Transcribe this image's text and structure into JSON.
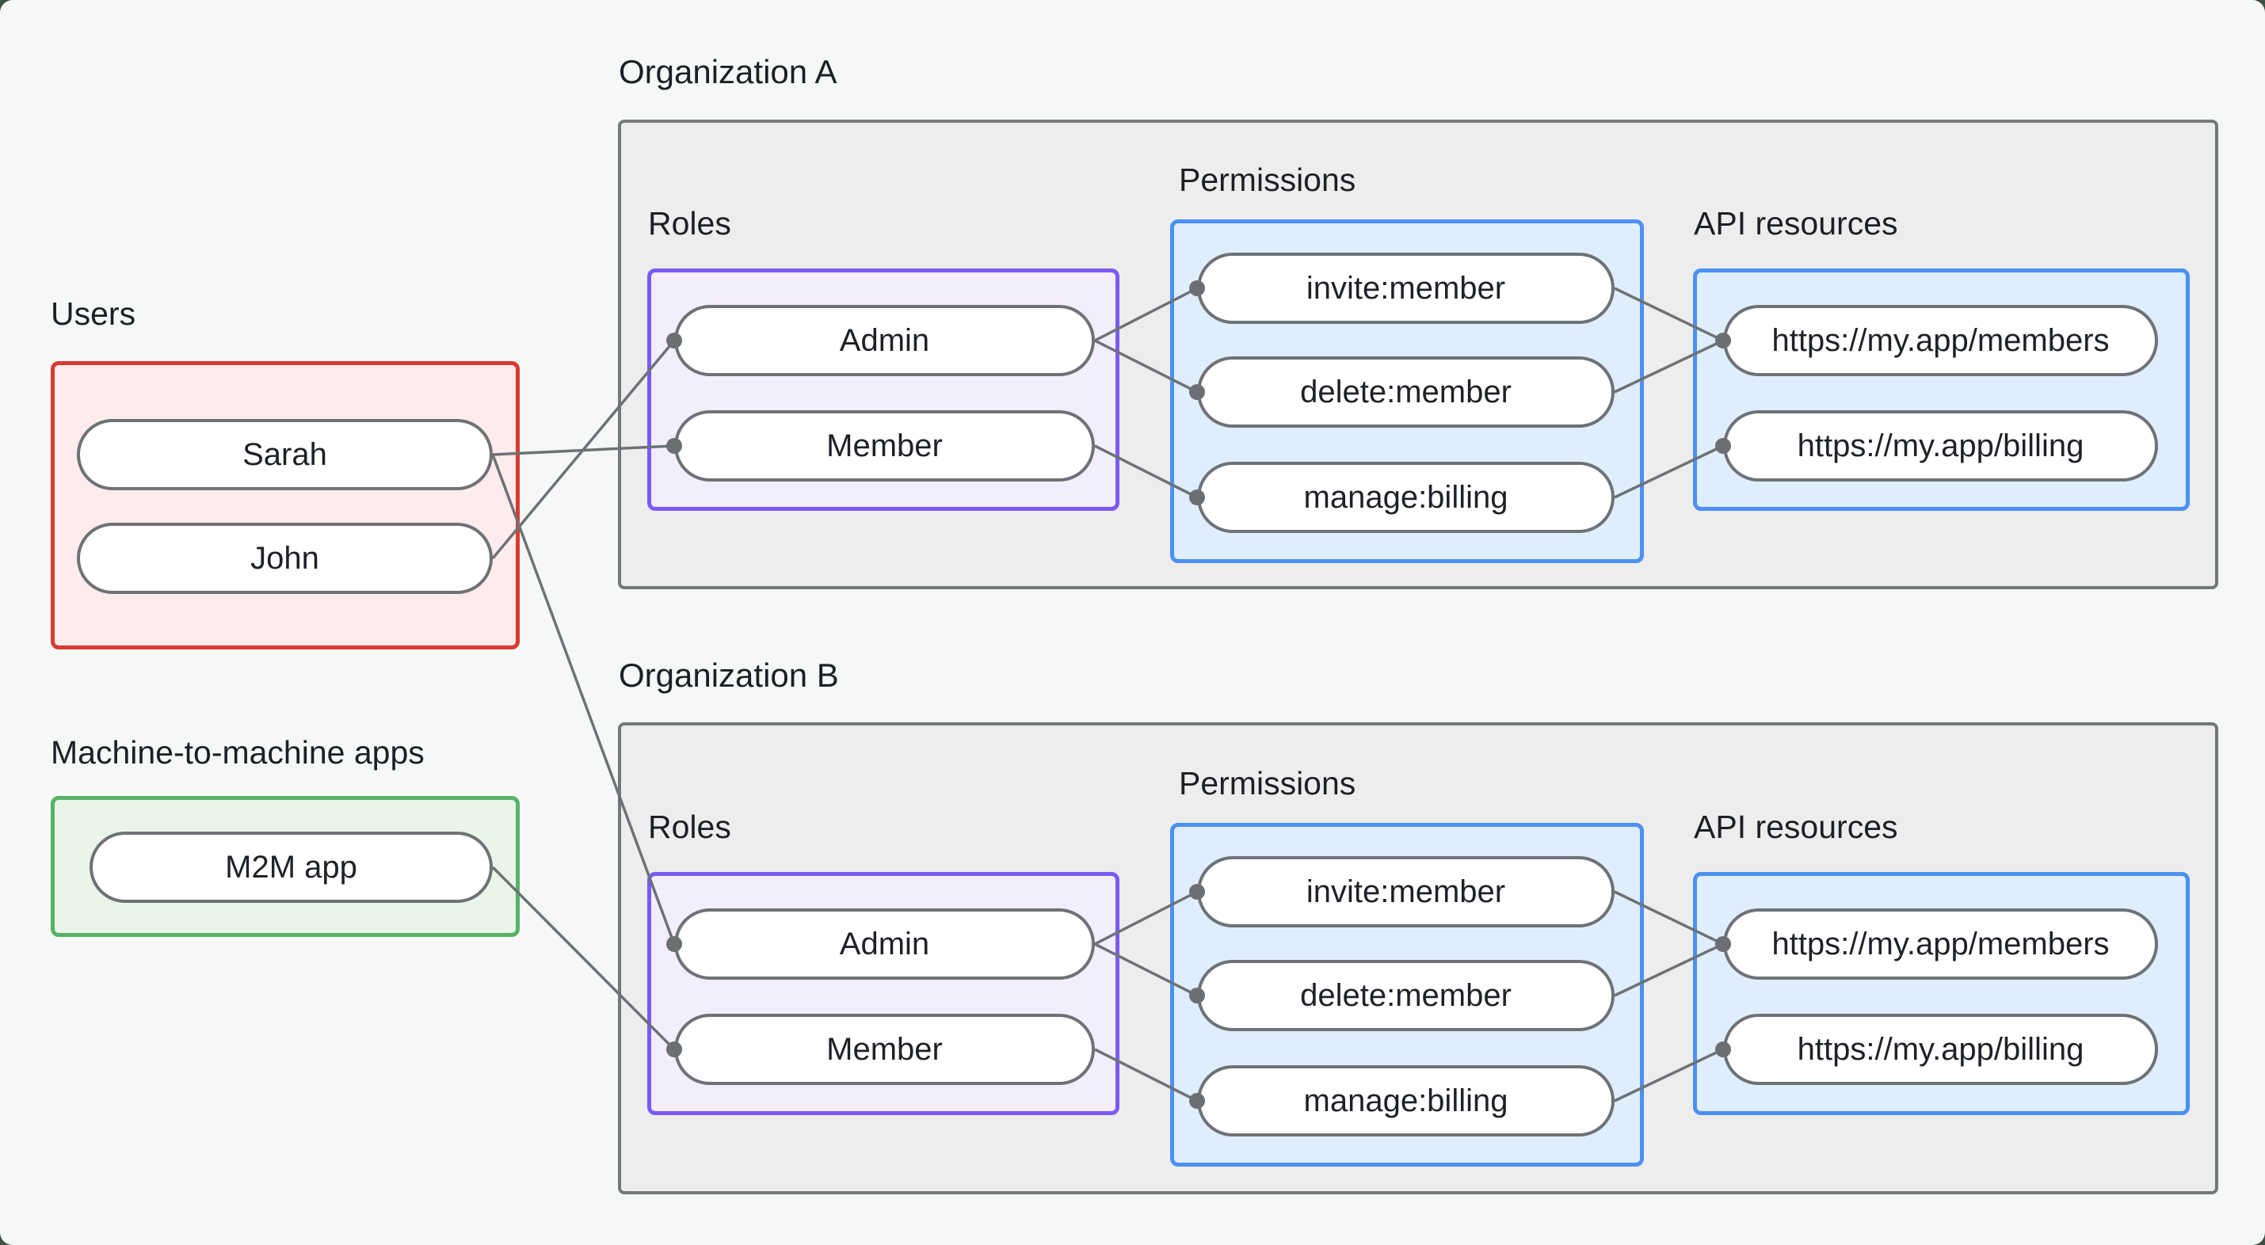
{
  "page": {
    "background": "#f5f8f6",
    "outer_corner_color": "#3d5044"
  },
  "colors": {
    "users_border": "#d93a31",
    "users_fill": "#fdeceb",
    "m2m_border": "#58b266",
    "m2m_fill": "#e9f5e9",
    "roles_border": "#7a5af5",
    "roles_fill": "#f3eefd",
    "permissions_border": "#4b90f2",
    "permissions_fill": "#dfeefc",
    "org_border": "#74787a",
    "org_fill": "#ededed",
    "node_border": "#6e7276",
    "node_fill": "#ffffff",
    "wire": "#6e7276",
    "text": "#1e2227"
  },
  "users_section": {
    "label": "Users",
    "items": [
      "Sarah",
      "John"
    ]
  },
  "m2m_section": {
    "label": "Machine-to-machine apps",
    "items": [
      "M2M app"
    ]
  },
  "organizations": [
    {
      "label": "Organization A",
      "roles_label": "Roles",
      "permissions_label": "Permissions",
      "api_resources_label": "API resources",
      "roles": [
        "Admin",
        "Member"
      ],
      "permissions": [
        "invite:member",
        "delete:member",
        "manage:billing"
      ],
      "api_resources": [
        "https://my.app/members",
        "https://my.app/billing"
      ]
    },
    {
      "label": "Organization B",
      "roles_label": "Roles",
      "permissions_label": "Permissions",
      "api_resources_label": "API resources",
      "roles": [
        "Admin",
        "Member"
      ],
      "permissions": [
        "invite:member",
        "delete:member",
        "manage:billing"
      ],
      "api_resources": [
        "https://my.app/members",
        "https://my.app/billing"
      ]
    }
  ],
  "edges": [
    {
      "from": "Sarah",
      "to": "Organization A / Member"
    },
    {
      "from": "John",
      "to": "Organization A / Admin"
    },
    {
      "from": "Sarah",
      "to": "Organization B / Admin"
    },
    {
      "from": "M2M app",
      "to": "Organization B / Member"
    },
    {
      "from": "Organization A / Admin",
      "to": "Organization A / invite:member"
    },
    {
      "from": "Organization A / Admin",
      "to": "Organization A / delete:member"
    },
    {
      "from": "Organization A / Member",
      "to": "Organization A / manage:billing"
    },
    {
      "from": "Organization A / invite:member",
      "to": "Organization A / https://my.app/members"
    },
    {
      "from": "Organization A / delete:member",
      "to": "Organization A / https://my.app/members"
    },
    {
      "from": "Organization A / manage:billing",
      "to": "Organization A / https://my.app/billing"
    },
    {
      "from": "Organization B / Admin",
      "to": "Organization B / invite:member"
    },
    {
      "from": "Organization B / Admin",
      "to": "Organization B / delete:member"
    },
    {
      "from": "Organization B / Member",
      "to": "Organization B / manage:billing"
    },
    {
      "from": "Organization B / invite:member",
      "to": "Organization B / https://my.app/members"
    },
    {
      "from": "Organization B / delete:member",
      "to": "Organization B / https://my.app/members"
    },
    {
      "from": "Organization B / manage:billing",
      "to": "Organization B / https://my.app/billing"
    }
  ]
}
